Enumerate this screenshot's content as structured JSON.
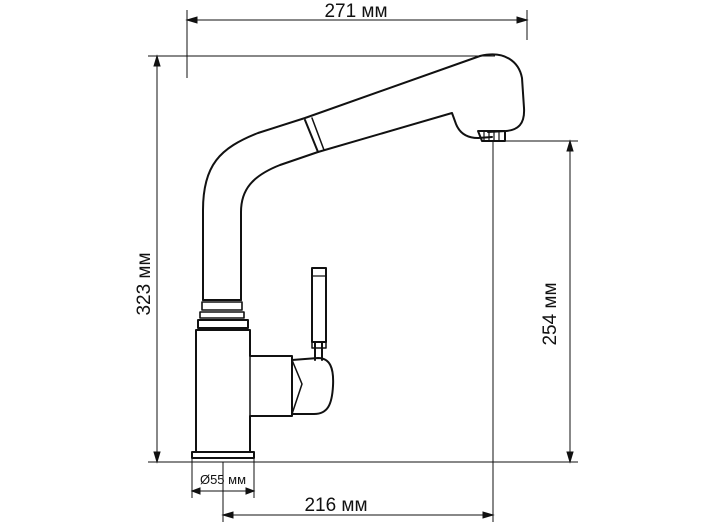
{
  "diagram": {
    "subject": "faucet technical drawing",
    "dimensions": {
      "overall_width": "271 мм",
      "overall_height": "323 мм",
      "spout_height": "254 мм",
      "reach": "216 мм",
      "base_diameter": "Ø55 мм"
    },
    "colors": {
      "line": "#111111",
      "background": "#ffffff"
    }
  }
}
